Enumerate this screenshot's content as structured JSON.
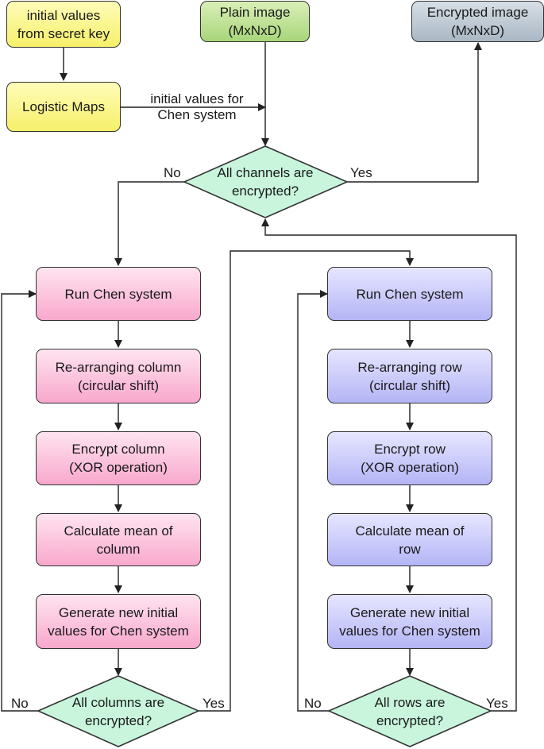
{
  "nodes": {
    "secret_key": "initial values\nfrom secret key",
    "logistic": "Logistic Maps",
    "plain": "Plain image\n(MxNxD)",
    "encrypted": "Encrypted image\n(MxNxD)",
    "channels_decision": "All channels are\nencrypted?",
    "left_run": "Run Chen system",
    "left_rearrange": "Re-arranging column\n(circular shift)",
    "left_encrypt": "Encrypt column\n(XOR operation)",
    "left_mean": "Calculate mean of\ncolumn",
    "left_generate": "Generate new initial\nvalues for Chen system",
    "columns_decision": "All columns are\nencrypted?",
    "right_run": "Run Chen system",
    "right_rearrange": "Re-arranging row\n(circular shift)",
    "right_encrypt": "Encrypt row\n(XOR operation)",
    "right_mean": "Calculate mean of\nrow",
    "right_generate": "Generate new initial\nvalues for Chen system",
    "rows_decision": "All rows are\nencrypted?"
  },
  "edge_labels": {
    "chen_init": "initial values for\nChen system",
    "channels_no": "No",
    "channels_yes": "Yes",
    "columns_no": "No",
    "columns_yes": "Yes",
    "rows_no": "No",
    "rows_yes": "Yes"
  },
  "colors": {
    "yellow": "#f6f06a",
    "green": "#a8d67a",
    "gray": "#a9b7c4",
    "pink": "#f8a8cc",
    "lavender": "#b4b4f6",
    "decision": "#c8f5dc",
    "line": "#222222"
  }
}
